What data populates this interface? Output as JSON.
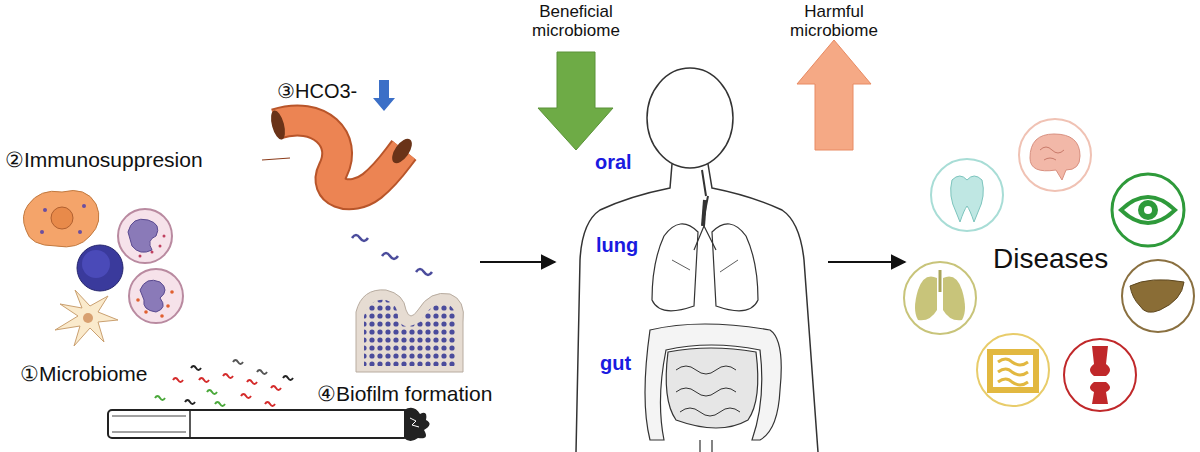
{
  "diagram": {
    "labels": [
      "Beneficial microbiome",
      "Harmful microbiome",
      "③HCO3-",
      "②Immunosuppresion",
      "oral",
      "lung",
      "Diseases",
      "gut",
      "①Microbiome",
      "④Biofilm formation"
    ]
  }
}
